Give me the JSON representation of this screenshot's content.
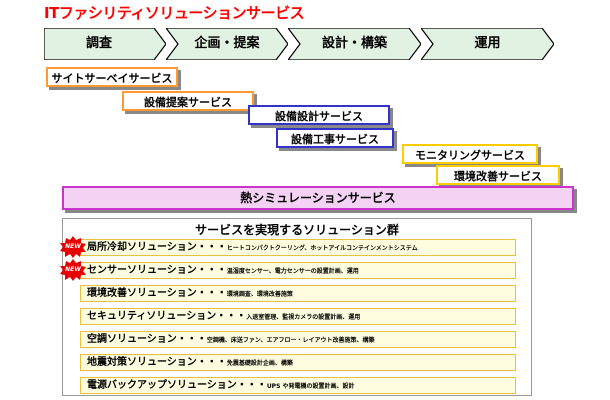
{
  "title": "ITファシリティソリューションサービス",
  "phases": [
    "調査",
    "企画・提案",
    "設計・構築",
    "運用"
  ],
  "services": [
    {
      "label": "サイトサーベイサービス",
      "border": "#ff9933"
    },
    {
      "label": "設備提案サービス",
      "border": "#ff9933"
    },
    {
      "label": "設備設計サービス",
      "border": "#3333cc"
    },
    {
      "label": "設備工事サービス",
      "border": "#3333cc"
    },
    {
      "label": "モニタリングサービス",
      "border": "#ffcc00"
    },
    {
      "label": "環境改善サービス",
      "border": "#ffcc00"
    }
  ],
  "thermal": "熱シミュレーションサービス",
  "solutions_title": "サービスを実現するソリューション群",
  "new_badge": "NEW",
  "solutions": [
    {
      "name": "局所冷却ソリューション",
      "sep": "・・・",
      "desc": "ヒートコンパクトクーリング、ホットアイルコンテインメントシステム",
      "new": true
    },
    {
      "name": "センサーソリューション",
      "sep": "・・・",
      "desc": "温湿度センサー、電力センサーの設置計画、運用",
      "new": true
    },
    {
      "name": "環境改善ソリューション",
      "sep": "・・・",
      "desc": "環境調査、環境改善施策",
      "new": false
    },
    {
      "name": "セキュリティソリューション",
      "sep": "・・・",
      "desc": "入退室管理、監視カメラの設置計画、運用",
      "new": false
    },
    {
      "name": "空調ソリューション",
      "sep": "・・・",
      "desc": "空調機、床送ファン、エアフロー・レイアウト改善施策、構築",
      "new": false
    },
    {
      "name": "地震対策ソリューション",
      "sep": "・・・",
      "desc": "免震基礎設計企画、構築",
      "new": false
    },
    {
      "name": "電源バックアップソリューション",
      "sep": "・・・",
      "desc": "UPS や発電機の設置計画、設計",
      "new": false
    }
  ]
}
